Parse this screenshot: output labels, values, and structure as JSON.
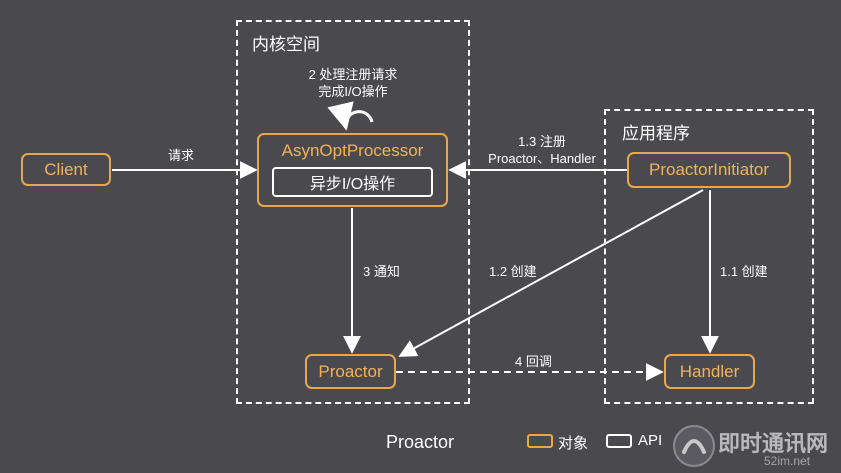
{
  "colors": {
    "background": "#4a4a4e",
    "object_border": "#e9a74c",
    "object_text": "#f3b15a",
    "api_border": "#ffffff",
    "line": "#ffffff"
  },
  "regions": {
    "kernel": {
      "title": "内核空间"
    },
    "app": {
      "title": "应用程序"
    }
  },
  "nodes": {
    "client": "Client",
    "processor": "AsynOptProcessor",
    "async_io": "异步I/O操作",
    "initiator": "ProactorInitiator",
    "proactor": "Proactor",
    "handler": "Handler"
  },
  "edges": {
    "request": "请求",
    "step2_line1": "2 处理注册请求",
    "step2_line2": "完成I/O操作",
    "step13_line1": "1.3 注册",
    "step13_line2": "Proactor、Handler",
    "step3": "3 通知",
    "step12": "1.2 创建",
    "step11": "1.1 创建",
    "step4": "4 回调"
  },
  "legend": {
    "title": "Proactor",
    "object_label": "对象",
    "api_label": "API"
  },
  "watermark": {
    "brand": "即时通讯网",
    "url": "52im.net"
  }
}
